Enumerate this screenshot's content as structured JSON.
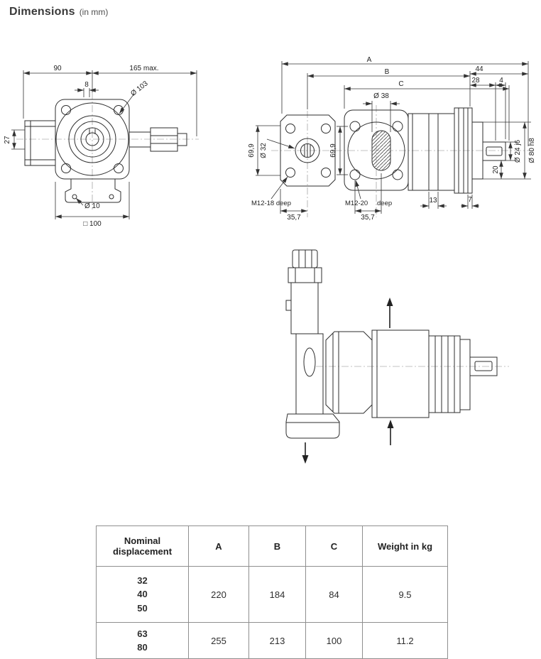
{
  "page": {
    "title": "Dimensions",
    "subtitle": "(in mm)"
  },
  "views": {
    "front": {
      "dims": {
        "d90": "90",
        "d165": "165 max.",
        "d8": "8",
        "d103": "Ø 103",
        "d27": "27",
        "d10": "Ø 10",
        "d100": "□ 100"
      }
    },
    "side": {
      "dims": {
        "A": "A",
        "B": "B",
        "C": "C",
        "d44": "44",
        "d28": "28",
        "d4": "4",
        "d38": "Ø 38",
        "d32": "Ø 32",
        "d699_left": "69,9",
        "d699_right": "69,9",
        "m12_18": "M12-18 deep",
        "d357_left": "35,7",
        "m12_20": "M12-20",
        "m12_20_deep": "deep",
        "d357_right": "35,7",
        "d13": "13",
        "d7": "7",
        "d24": "Ø 24 j6",
        "d80": "Ø 80 h8",
        "d20": "20"
      }
    }
  },
  "table": {
    "headers": [
      "Nominal displacement",
      "A",
      "B",
      "C",
      "Weight in kg"
    ],
    "rows": [
      {
        "displacement": [
          "32",
          "40",
          "50"
        ],
        "A": "220",
        "B": "184",
        "C": "84",
        "weight": "9.5"
      },
      {
        "displacement": [
          "63",
          "80"
        ],
        "A": "255",
        "B": "213",
        "C": "100",
        "weight": "11.2"
      }
    ]
  }
}
